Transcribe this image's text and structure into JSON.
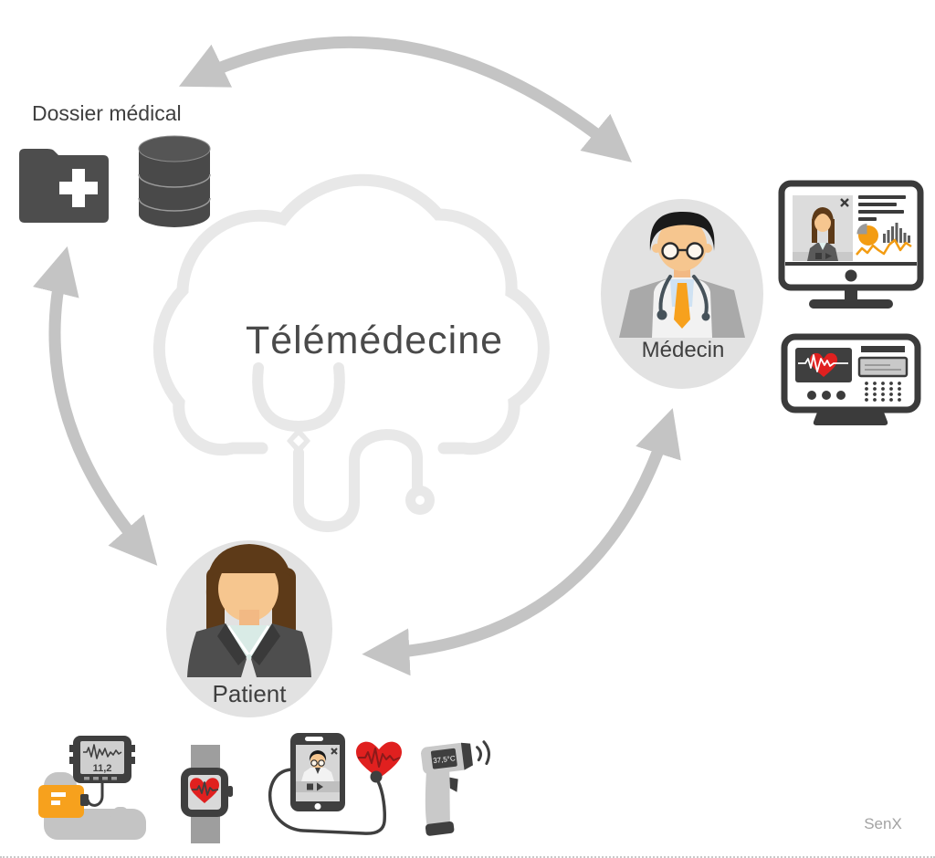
{
  "diagram": {
    "title": "Télémédecine",
    "watermark": "SenX",
    "description": "Telemedicine concept diagram linking medical record, doctor and patient around a cloud"
  },
  "nodes": {
    "medical_record": {
      "label": "Dossier médical",
      "icons": [
        "folder-plus-icon",
        "database-icon"
      ]
    },
    "cloud": {
      "label": "Télémédecine",
      "icons": [
        "cloud-icon",
        "stethoscope-icon"
      ]
    },
    "doctor": {
      "label": "Médecin",
      "icons": [
        "doctor-avatar"
      ]
    },
    "patient": {
      "label": "Patient",
      "icons": [
        "patient-avatar"
      ]
    }
  },
  "doctor_equipment": {
    "teleconsultation_monitor": {
      "icons": [
        "desktop-monitor-icon",
        "video-call-patient",
        "close-icon",
        "pie-chart-icon",
        "bar-chart-icon",
        "line-chart-icon"
      ]
    },
    "ecg_monitor": {
      "icons": [
        "ecg-monitor-icon",
        "heart-pulse-icon",
        "keypad-dots",
        "buttons"
      ]
    }
  },
  "patient_devices": {
    "blood_pressure_monitor": {
      "reading": "11,2",
      "icons": [
        "bp-device-icon",
        "bp-cuff-icon",
        "arm-icon"
      ]
    },
    "smartwatch": {
      "icons": [
        "smartwatch-icon",
        "heart-pulse-icon"
      ]
    },
    "smartphone_teleconsultation": {
      "icons": [
        "smartphone-icon",
        "video-call-doctor",
        "close-icon",
        "stethoscope-cable-icon",
        "heart-pulse-icon"
      ]
    },
    "ir_thermometer": {
      "reading": "37,5°C",
      "icons": [
        "thermometer-gun-icon",
        "signal-waves-icon"
      ]
    }
  },
  "connections": [
    {
      "from": "medical_record",
      "to": "doctor",
      "style": "double-headed curved arrow"
    },
    {
      "from": "medical_record",
      "to": "patient",
      "style": "double-headed curved arrow"
    },
    {
      "from": "patient",
      "to": "doctor",
      "style": "double-headed curved arrow"
    }
  ],
  "colors": {
    "arrow": "#c4c4c4",
    "cloud_outline": "#e8e8e8",
    "dark_gray": "#3f3f3f",
    "ellipse_bg": "#e2e2e2",
    "orange": "#f7a11d",
    "red": "#e0201f",
    "skin": "#f6c68f",
    "patient_hair": "#5d3a18",
    "text": "#3f3f3f"
  }
}
